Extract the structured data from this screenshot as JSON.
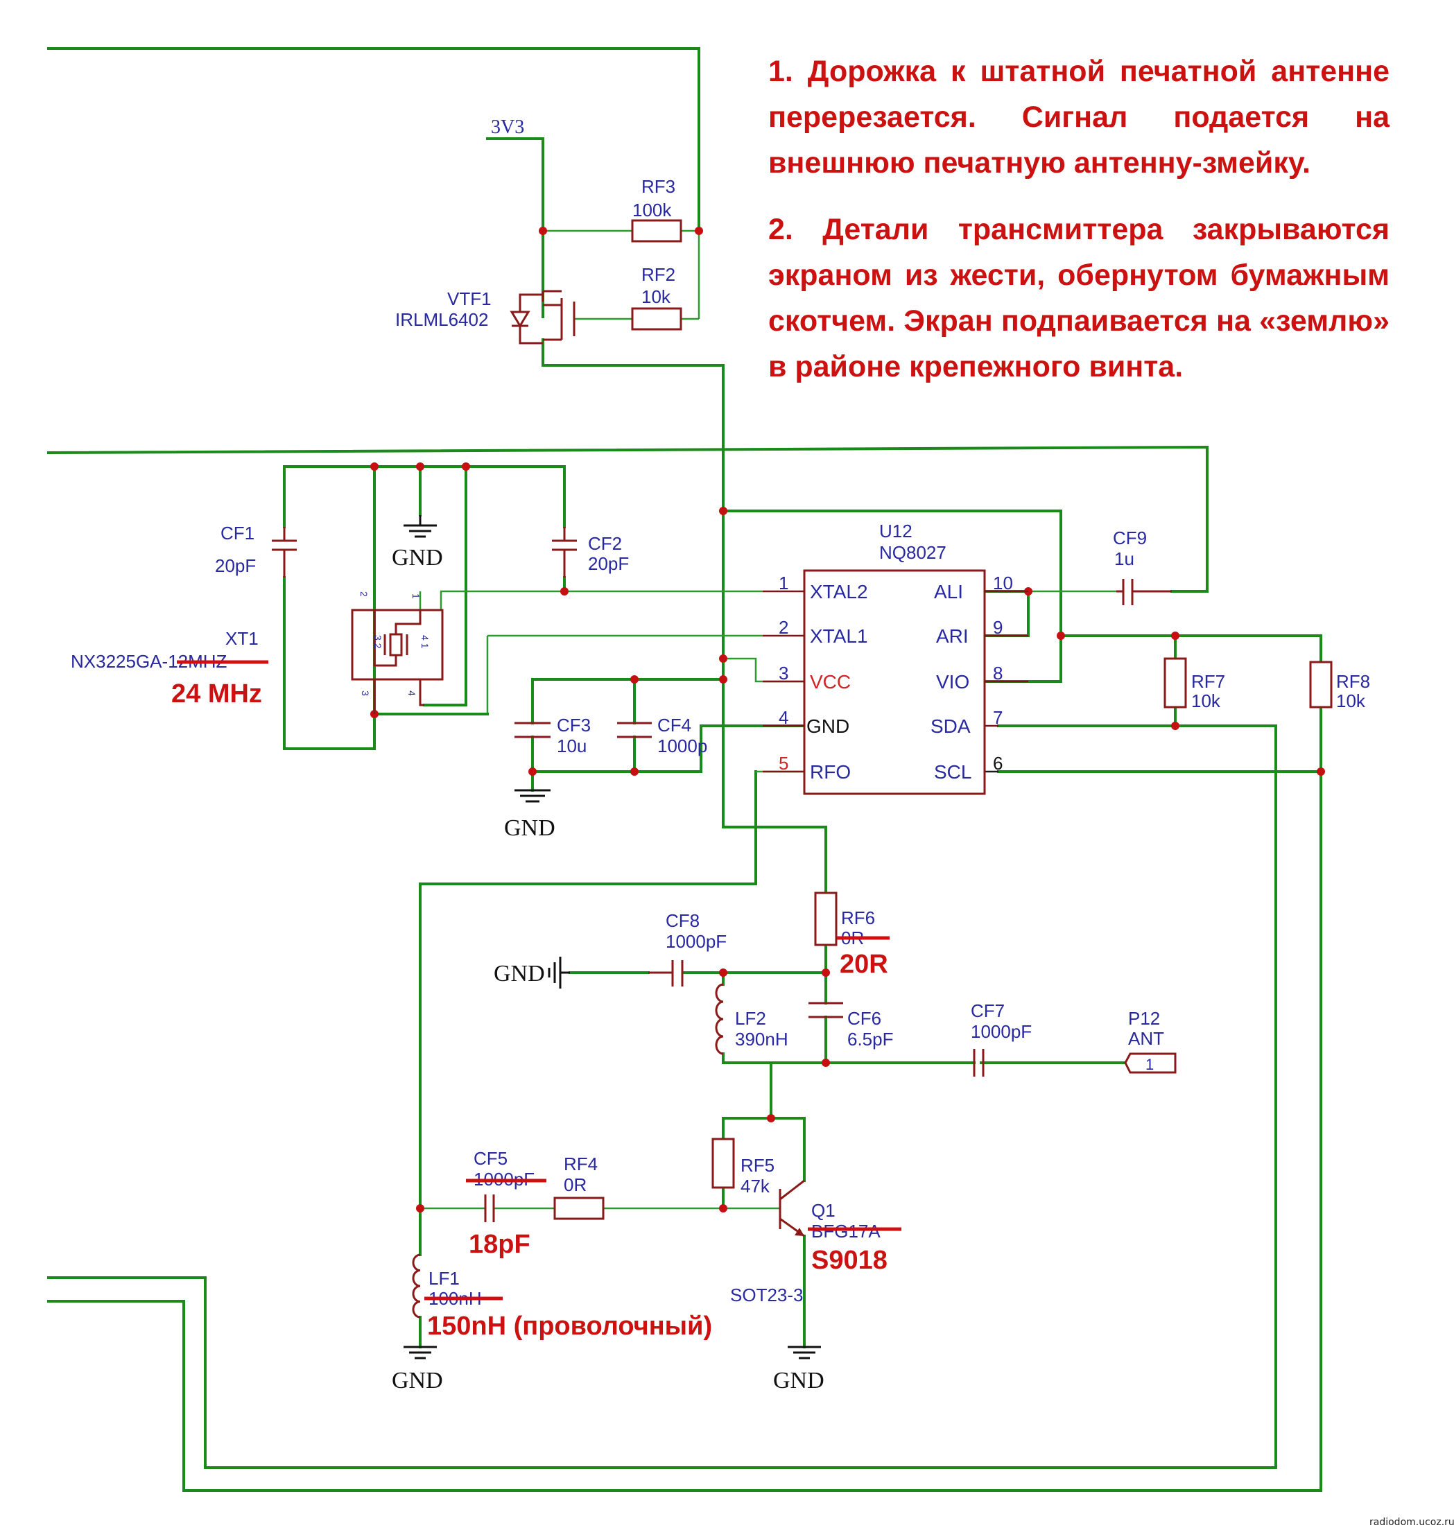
{
  "notes": [
    "1.  Дорожка к штатной печатной антенне перерезается. Сигнал подается на внешнюю печатную антенну-змейку.",
    "2. Детали трансмиттера закрываются экраном из жести, обернутом бумажным скотчем. Экран подпаивается на «землю» в районе крепежного винта."
  ],
  "net": {
    "v3": "3V3",
    "gnd": "GND"
  },
  "ic": {
    "ref": "U12",
    "part": "NQ8027",
    "left_pins": [
      {
        "num": "1",
        "name": "XTAL2"
      },
      {
        "num": "2",
        "name": "XTAL1"
      },
      {
        "num": "3",
        "name": "VCC"
      },
      {
        "num": "4",
        "name": "GND"
      },
      {
        "num": "5",
        "name": "RFO"
      }
    ],
    "right_pins": [
      {
        "num": "10",
        "name": "ALI"
      },
      {
        "num": "9",
        "name": "ARI"
      },
      {
        "num": "8",
        "name": "VIO"
      },
      {
        "num": "7",
        "name": "SDA"
      },
      {
        "num": "6",
        "name": "SCL"
      }
    ]
  },
  "components": {
    "rf3": {
      "ref": "RF3",
      "value": "100k"
    },
    "rf2": {
      "ref": "RF2",
      "value": "10k"
    },
    "vtf1": {
      "ref": "VTF1",
      "value": "IRLML6402"
    },
    "cf1": {
      "ref": "CF1",
      "value": "20pF"
    },
    "cf2": {
      "ref": "CF2",
      "value": "20pF"
    },
    "xt1": {
      "ref": "XT1",
      "value_prefix": "NX3225GA-",
      "value_struck": "12MHZ",
      "replacement": "24 MHz",
      "pins": [
        "2",
        "1",
        "3 2",
        "4 1",
        "3",
        "4"
      ]
    },
    "cf3": {
      "ref": "CF3",
      "value": "10u"
    },
    "cf4": {
      "ref": "CF4",
      "value": "1000p"
    },
    "cf9": {
      "ref": "CF9",
      "value": "1u"
    },
    "rf7": {
      "ref": "RF7",
      "value": "10k"
    },
    "rf8": {
      "ref": "RF8",
      "value": "10k"
    },
    "rf6": {
      "ref": "RF6",
      "value_struck": "0R",
      "replacement": "20R"
    },
    "cf8": {
      "ref": "CF8",
      "value": "1000pF"
    },
    "lf2": {
      "ref": "LF2",
      "value": "390nH"
    },
    "cf6": {
      "ref": "CF6",
      "value": "6.5pF"
    },
    "cf7": {
      "ref": "CF7",
      "value": "1000pF"
    },
    "p12": {
      "ref": "P12",
      "value": "ANT",
      "pin": "1"
    },
    "cf5": {
      "ref": "CF5",
      "value_struck": "1000pF",
      "replacement": "18pF"
    },
    "rf4": {
      "ref": "RF4",
      "value": "0R"
    },
    "rf5": {
      "ref": "RF5",
      "value": "47k"
    },
    "q1": {
      "ref": "Q1",
      "value_struck": "BFG17A",
      "replacement": "S9018",
      "package": "SOT23-3"
    },
    "lf1": {
      "ref": "LF1",
      "value_struck": "100nH",
      "replacement": "150nH (проволочный)"
    }
  },
  "watermark": "radiodom.ucoz.ru",
  "colors": {
    "wire": "#1a8a1a",
    "component": "#8a1a1a",
    "label": "#2828a0",
    "annotation": "#cc1111",
    "junction": "#c41010"
  }
}
